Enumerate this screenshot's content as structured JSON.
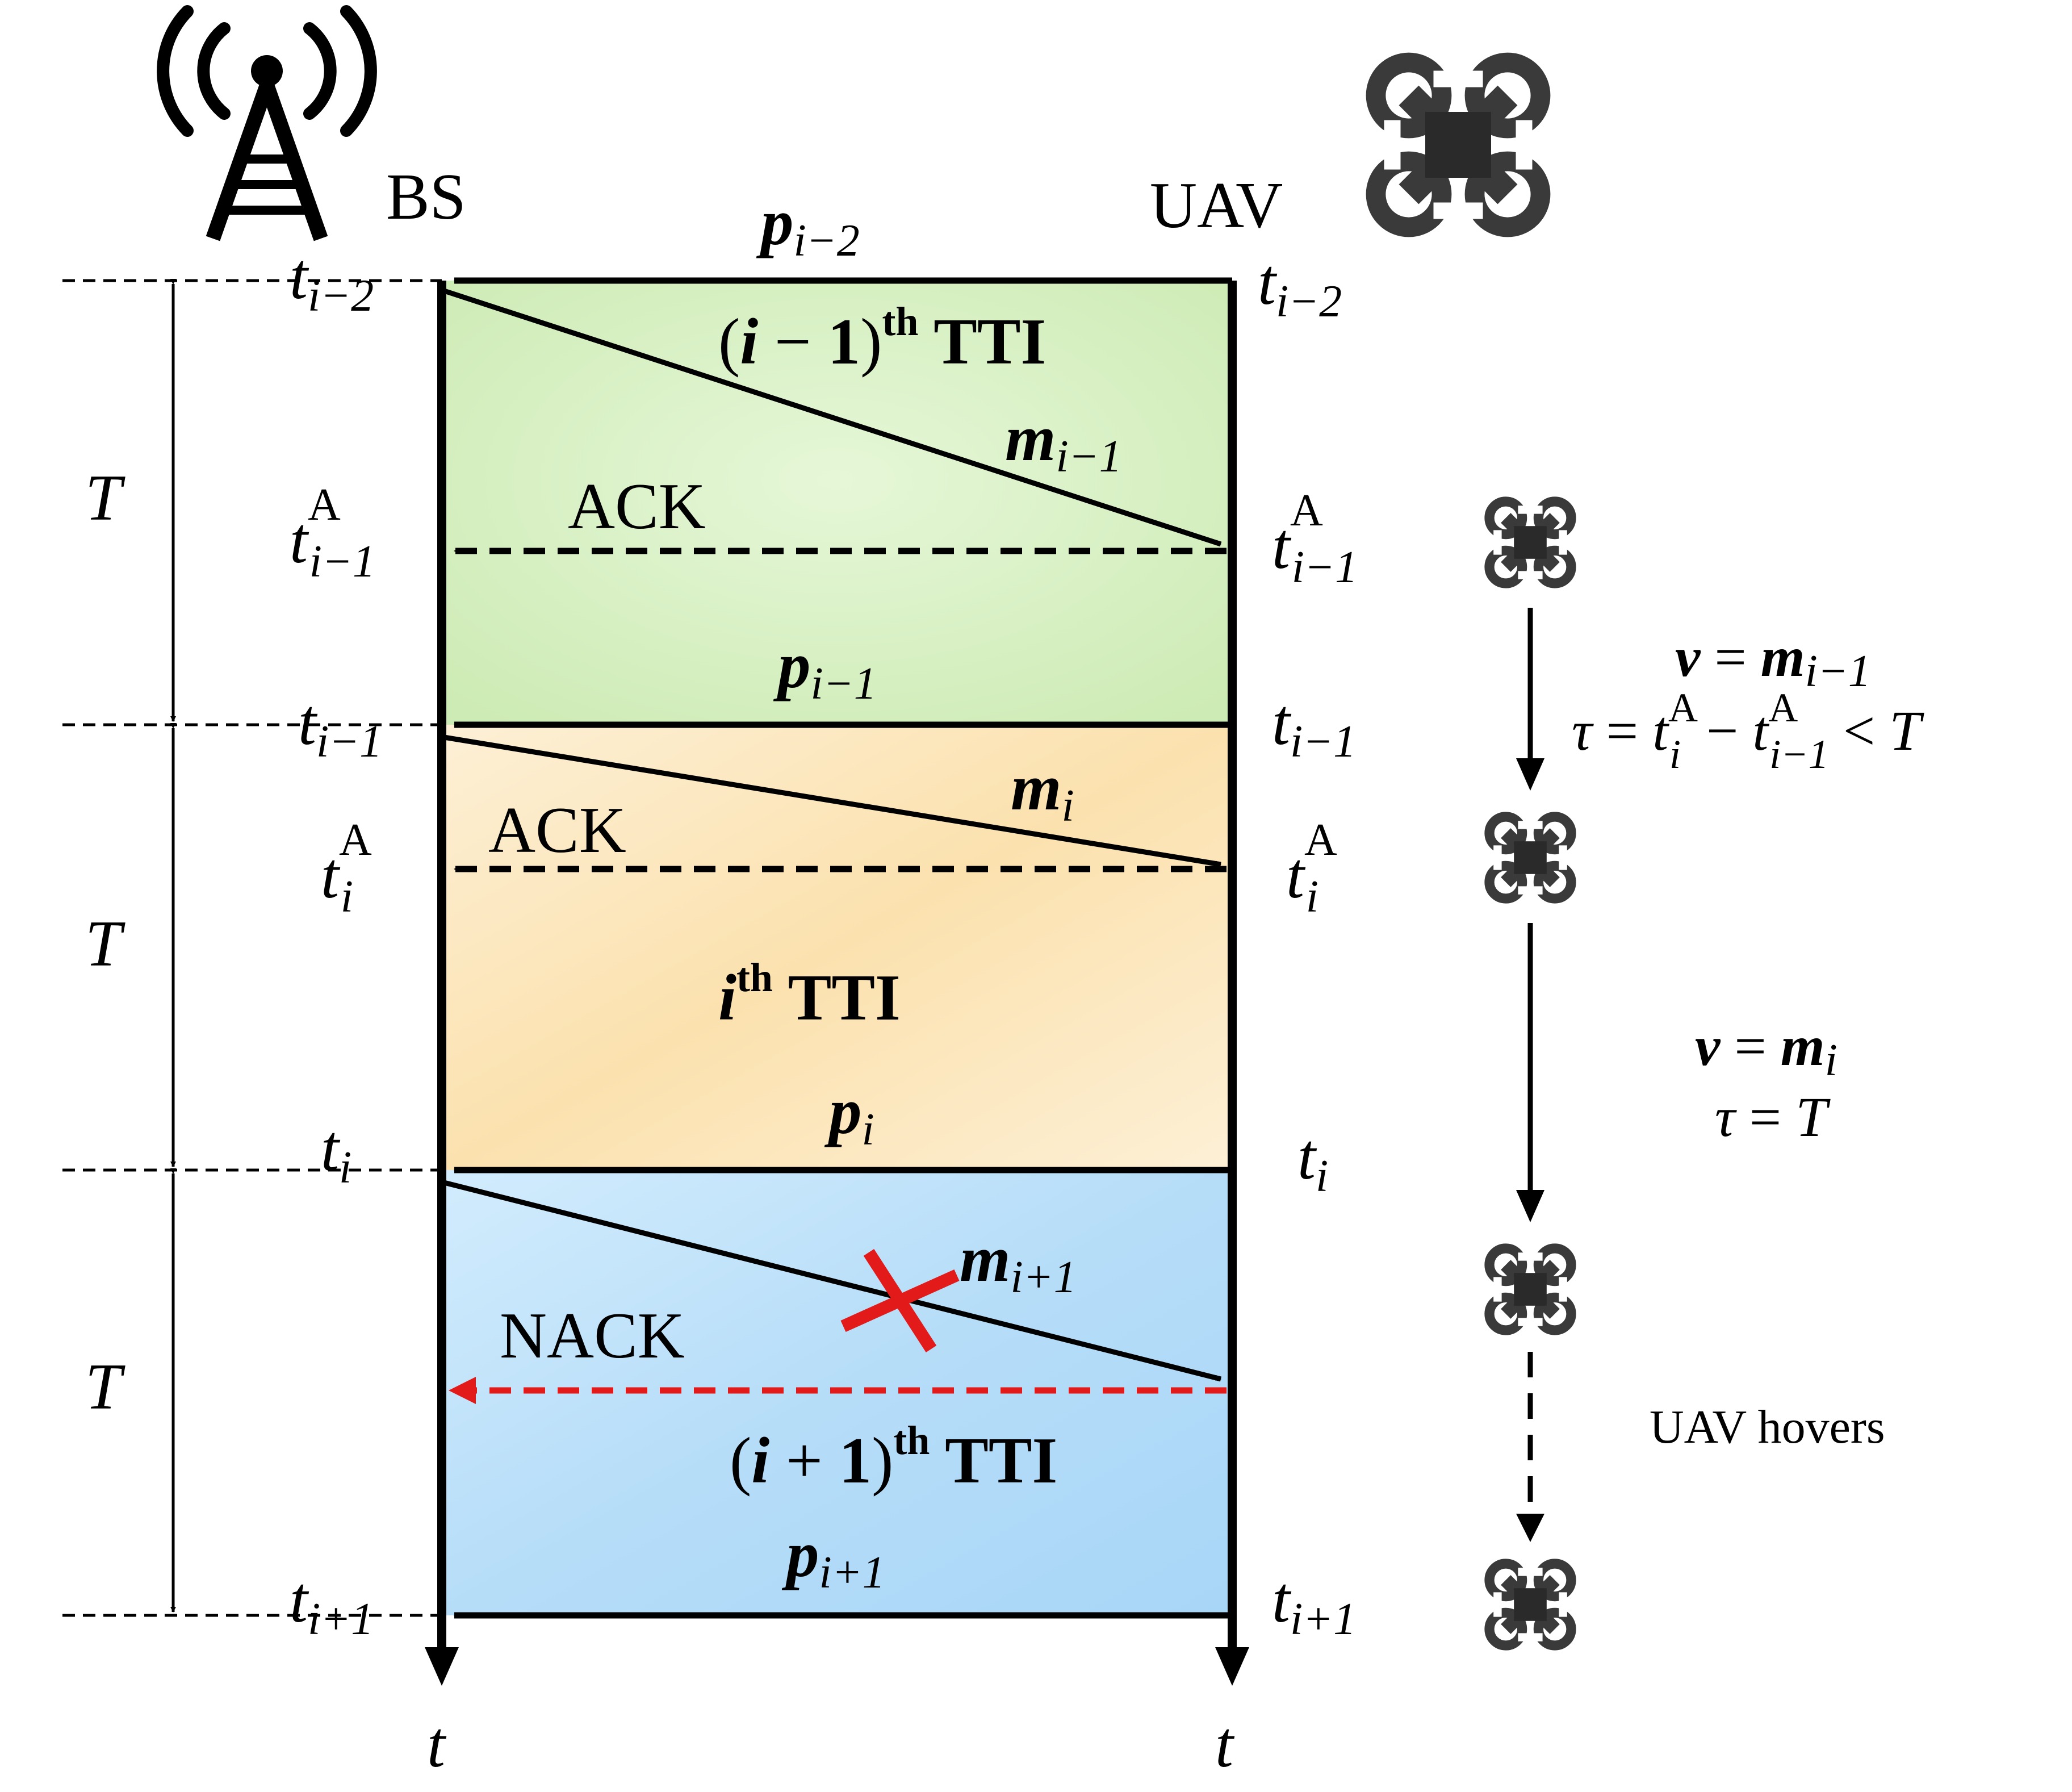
{
  "nodes": {
    "bs_label": "BS",
    "uav_label": "UAV",
    "time_axis_label": "t"
  },
  "periods": {
    "label": "T"
  },
  "tti_labels": {
    "first": {
      "pre": "(",
      "var": "i",
      "op": " − ",
      "num": "1",
      "close": ")",
      "sup": "th",
      "suffix": " TTI"
    },
    "second": {
      "var": "i",
      "sup": "th",
      "suffix": " TTI"
    },
    "third": {
      "pre": "(",
      "var": "i",
      "op": " + ",
      "num": "1",
      "close": ")",
      "sup": "th",
      "suffix": " TTI"
    }
  },
  "messages": {
    "p_prev2": {
      "base": "p",
      "sub": "i−2"
    },
    "p_prev1": {
      "base": "p",
      "sub": "i−1"
    },
    "p_cur": {
      "base": "p",
      "sub": "i"
    },
    "p_next": {
      "base": "p",
      "sub": "i+1"
    },
    "m_prev1": {
      "base": "m",
      "sub": "i−1"
    },
    "m_cur": {
      "base": "m",
      "sub": "i"
    },
    "m_next": {
      "base": "m",
      "sub": "i+1"
    },
    "ack1": "ACK",
    "ack2": "ACK",
    "nack": "NACK"
  },
  "time_marks": {
    "t_im2": {
      "base": "t",
      "sub": "i−2"
    },
    "tA_im1": {
      "base": "t",
      "sub": "i−1",
      "sup": "A"
    },
    "t_im1": {
      "base": "t",
      "sub": "i−1"
    },
    "tA_i": {
      "base": "t",
      "sub": "i",
      "sup": "A"
    },
    "t_i": {
      "base": "t",
      "sub": "i"
    },
    "t_ip1": {
      "base": "t",
      "sub": "i+1"
    }
  },
  "uav_annotations": {
    "step1_line1": {
      "v": "v",
      "eq": " = ",
      "m": "m",
      "sub": "i−1"
    },
    "step1_line2": {
      "tau": "τ",
      "eq1": " = ",
      "t1": "t",
      "t1_sub": "i",
      "t1_sup": "A",
      "minus": " − ",
      "t2": "t",
      "t2_sub": "i−1",
      "t2_sup": "A",
      "lt": " < ",
      "T": "T"
    },
    "step2_line1": {
      "v": "v",
      "eq": " = ",
      "m": "m",
      "sub": "i"
    },
    "step2_line2": {
      "tau": "τ",
      "eq": " = ",
      "T": "T"
    },
    "step3": "UAV hovers"
  },
  "colors": {
    "tti1_fill": "#d6f0c2",
    "tti2_fill": "#fbe3b5",
    "tti3_fill": "#bfe0fa",
    "nack_arrow": "#e21a1a",
    "line": "#000000"
  },
  "icons": [
    "antenna-tower-icon",
    "drone-icon"
  ]
}
